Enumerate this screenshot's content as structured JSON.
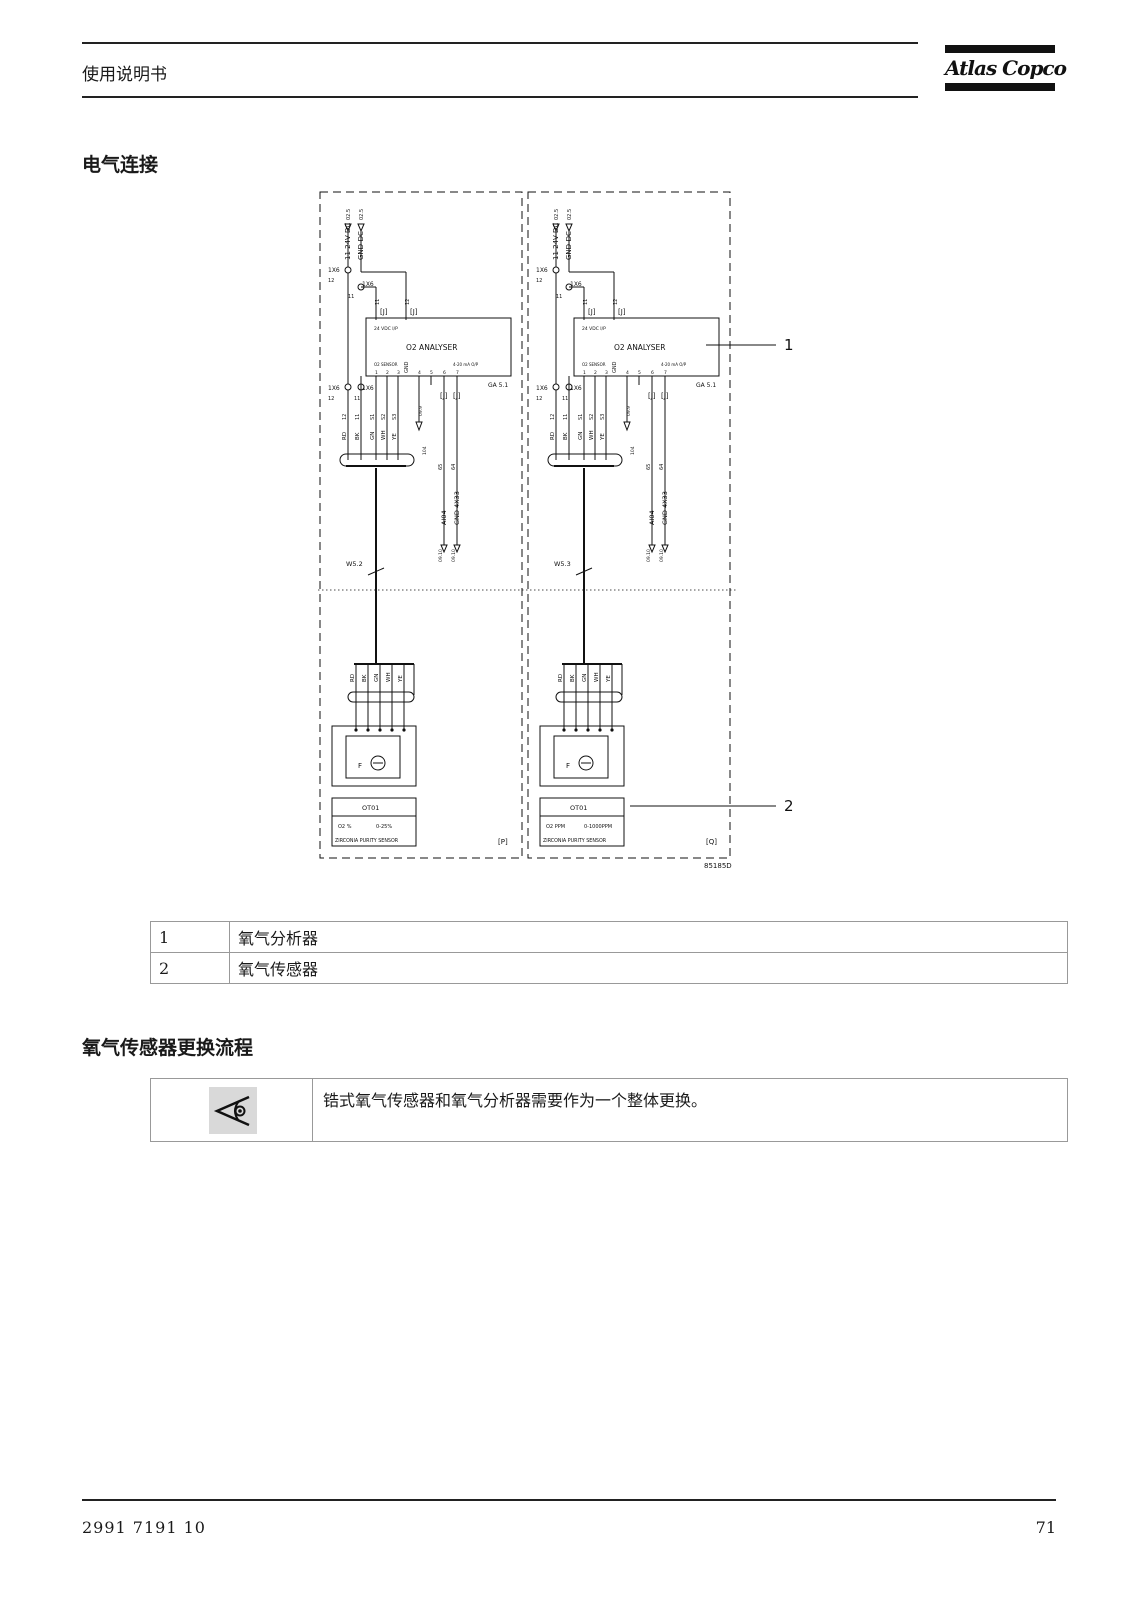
{
  "header": {
    "title": "使用说明书",
    "logo_text": "Atlas Copco"
  },
  "sections": {
    "electrical_title": "电气连接",
    "replacement_title": "氧气传感器更换流程"
  },
  "diagram": {
    "figure_id": "85185D",
    "callouts": [
      "1",
      "2"
    ],
    "panels": [
      {
        "frame_tag": "[P]",
        "cable": "W5.2",
        "analyser": {
          "title": "O2 ANALYSER",
          "supply": "24 VDC I/P",
          "sensor_label": "O2 SENSOR",
          "output_label": "4-20 mA O/P",
          "ref": "GA 5.1",
          "gnd_label": "GND",
          "pins": [
            "1",
            "2",
            "3",
            "4",
            "5",
            "6",
            "7"
          ]
        },
        "power_terms": [
          "11 24V-DC",
          "GND-DC"
        ],
        "power_refs": [
          "02.5",
          "02.5"
        ],
        "terminal": "1X6",
        "terminal_pins": [
          "12",
          "11"
        ],
        "jumper_tag": "[J]",
        "wires": [
          "RD",
          "BK",
          "GN",
          "WH",
          "YE"
        ],
        "wire_nums": [
          "12",
          "11",
          "S1",
          "S2",
          "S3"
        ],
        "shield_ref": "09.9",
        "shield_wire": "104",
        "out_wires": [
          "65",
          "64"
        ],
        "out_labels": [
          "AI04",
          "GND 4X33"
        ],
        "out_refs": [
          "09.10",
          "09.10"
        ],
        "sensor": {
          "tag": "OT01",
          "range_label": "O2 %",
          "range": "0-25%",
          "name": "ZIRCONIA PURITY SENSOR",
          "letter": "F"
        }
      },
      {
        "frame_tag": "[Q]",
        "cable": "W5.3",
        "analyser": {
          "title": "O2 ANALYSER",
          "supply": "24 VDC I/P",
          "sensor_label": "O2 SENSOR",
          "output_label": "4-20 mA O/P",
          "ref": "GA 5.1",
          "gnd_label": "GND",
          "pins": [
            "1",
            "2",
            "3",
            "4",
            "5",
            "6",
            "7"
          ]
        },
        "power_terms": [
          "11 24V-DC",
          "GND-DC"
        ],
        "power_refs": [
          "02.5",
          "02.5"
        ],
        "terminal": "1X6",
        "terminal_pins": [
          "12",
          "11"
        ],
        "jumper_tag": "[J]",
        "wires": [
          "RD",
          "BK",
          "GN",
          "WH",
          "YE"
        ],
        "wire_nums": [
          "12",
          "11",
          "S1",
          "S2",
          "S3"
        ],
        "shield_ref": "09.9",
        "shield_wire": "104",
        "out_wires": [
          "65",
          "64"
        ],
        "out_labels": [
          "AI04",
          "GND 4X33"
        ],
        "out_refs": [
          "09.10",
          "09.10"
        ],
        "sensor": {
          "tag": "OT01",
          "range_label": "O2 PPM",
          "range": "0-1000PPM",
          "name": "ZIRCONIA PURITY SENSOR",
          "letter": "F"
        }
      }
    ]
  },
  "legend": [
    {
      "num": "1",
      "text": "氧气分析器"
    },
    {
      "num": "2",
      "text": "氧气传感器"
    }
  ],
  "note": {
    "icon": "eye-icon",
    "text": "锆式氧气传感器和氧气分析器需要作为一个整体更换。"
  },
  "footer": {
    "doc_number": "2991 7191 10",
    "page": "71"
  }
}
